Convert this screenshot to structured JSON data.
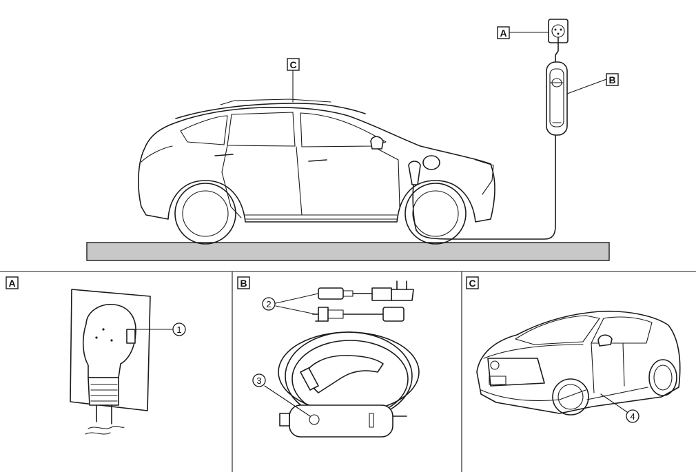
{
  "callouts": {
    "a": "A",
    "b": "B",
    "c": "C",
    "n1": "1",
    "n2": "2",
    "n3": "3",
    "n4": "4"
  },
  "panels": [
    {
      "label": "A"
    },
    {
      "label": "B"
    },
    {
      "label": "C"
    }
  ],
  "colors": {
    "ground": "#c8c8c8",
    "line": "#1a1a1a"
  }
}
